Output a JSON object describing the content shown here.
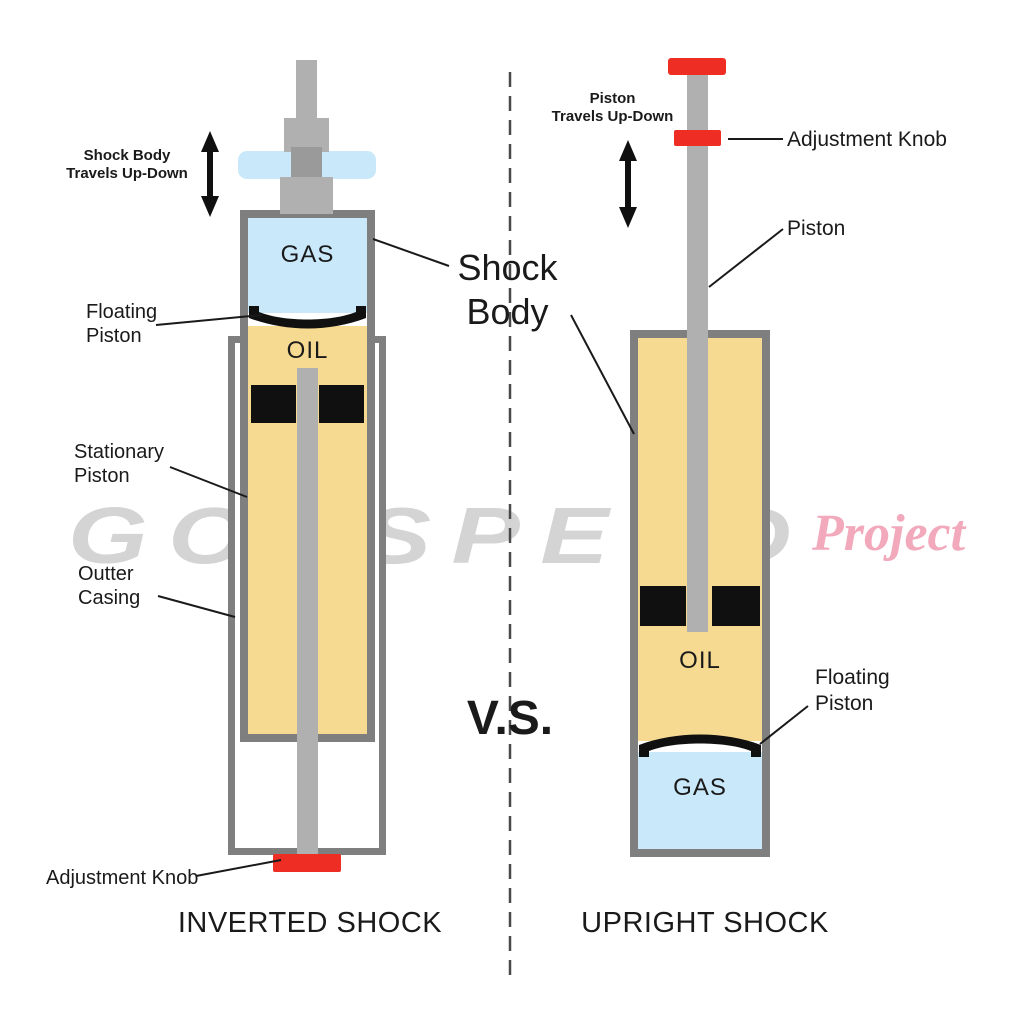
{
  "colors": {
    "gas_blue": "#c9e8fa",
    "oil_tan": "#f7da92",
    "outline_gray": "#7f7f7f",
    "rod_gray": "#b0b0b0",
    "rod_dark_gray": "#9a9a9a",
    "knob_red": "#ee2e24",
    "watermark_gray": "#d4d4d4",
    "watermark_pink": "#f2a9bc"
  },
  "watermark": {
    "main": "GODSPEED",
    "script": "Project"
  },
  "center": {
    "shock_body": "Shock\nBody",
    "vs": "V.S."
  },
  "inverted": {
    "title": "INVERTED SHOCK",
    "travel": "Shock Body\nTravels Up-Down",
    "gas": "GAS",
    "oil": "OIL",
    "floating_piston": "Floating\nPiston",
    "stationary_piston": "Stationary\nPiston",
    "outer_casing": "Outter\nCasing",
    "adjustment_knob": "Adjustment Knob"
  },
  "upright": {
    "title": "UPRIGHT SHOCK",
    "travel": "Piston\nTravels Up-Down",
    "gas": "GAS",
    "oil": "OIL",
    "adjustment_knob": "Adjustment Knob",
    "piston": "Piston",
    "floating_piston": "Floating\nPiston"
  }
}
